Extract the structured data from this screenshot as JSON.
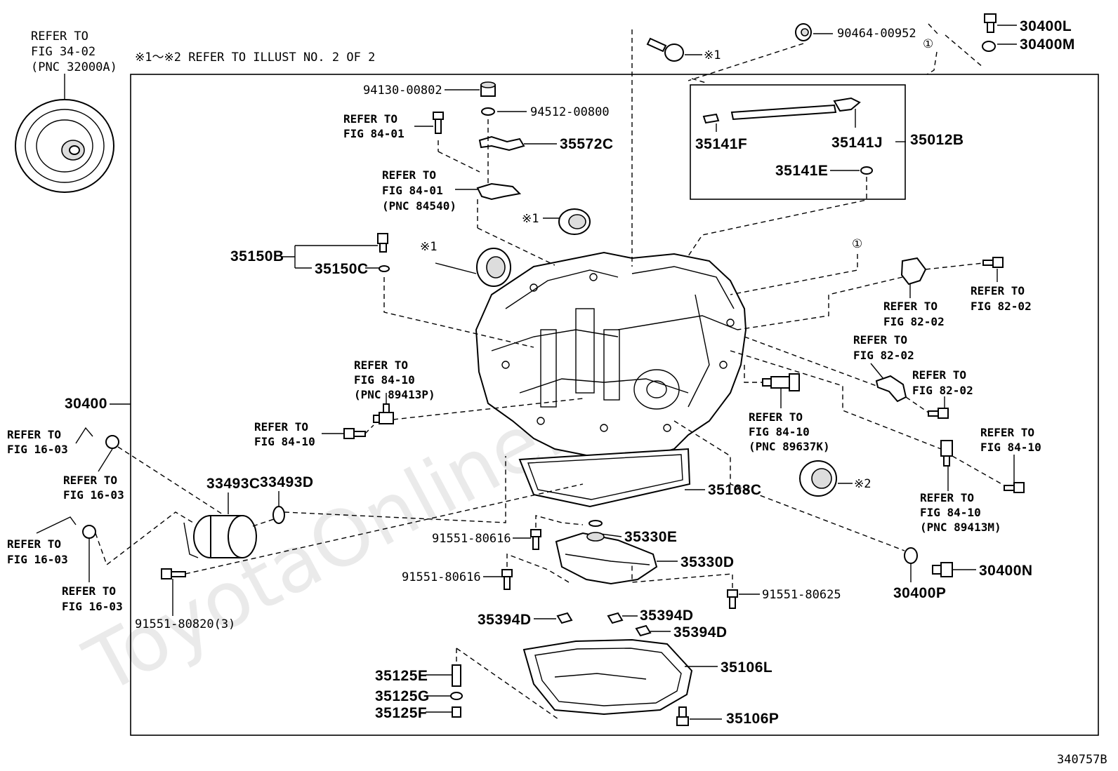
{
  "diagram_id": "340757B",
  "note": "※1～※2 REFER TO ILLUST NO. 2 OF 2",
  "watermark": "ToyotaOnline.ru",
  "callouts": {
    "refer_fig34": [
      "REFER TO",
      "FIG 34-02",
      "(PNC 32000A)"
    ],
    "refer_8401_a": [
      "REFER TO",
      "FIG 84-01"
    ],
    "refer_8401_b": [
      "REFER TO",
      "FIG 84-01",
      "(PNC 84540)"
    ],
    "refer_8410_a": [
      "REFER TO",
      "FIG 84-10",
      "(PNC 89413P)"
    ],
    "refer_8410_b": [
      "REFER TO",
      "FIG 84-10"
    ],
    "refer_8410_c": [
      "REFER TO",
      "FIG 84-10",
      "(PNC 89637K)"
    ],
    "refer_8410_d": [
      "REFER TO",
      "FIG 84-10"
    ],
    "refer_8410_e": [
      "REFER TO",
      "FIG 84-10",
      "(PNC 89413M)"
    ],
    "refer_8202_a": [
      "REFER TO",
      "FIG 82-02"
    ],
    "refer_8202_b": [
      "REFER TO",
      "FIG 82-02"
    ],
    "refer_8202_c": [
      "REFER TO",
      "FIG 82-02"
    ],
    "refer_8202_d": [
      "REFER TO",
      "FIG 82-02"
    ],
    "refer_1603_a": [
      "REFER TO",
      "FIG 16-03"
    ],
    "refer_1603_b": [
      "REFER TO",
      "FIG 16-03"
    ],
    "refer_1603_c": [
      "REFER TO",
      "FIG 16-03"
    ],
    "refer_1603_d": [
      "REFER TO",
      "FIG 16-03"
    ]
  },
  "parts": {
    "p30400": "30400",
    "p30400L": "30400L",
    "p30400M": "30400M",
    "p30400N": "30400N",
    "p30400P": "30400P",
    "p90464": "90464-00952",
    "p94130": "94130-00802",
    "p94512": "94512-00800",
    "p35572C": "35572C",
    "p35012B": "35012B",
    "p35141F": "35141F",
    "p35141J": "35141J",
    "p35141E": "35141E",
    "p35150B": "35150B",
    "p35150C": "35150C",
    "p33493C": "33493C",
    "p33493D": "33493D",
    "p35168C": "35168C",
    "p35330E": "35330E",
    "p35330D": "35330D",
    "p91551_80616a": "91551-80616",
    "p91551_80616b": "91551-80616",
    "p91551_80625": "91551-80625",
    "p91551_80820": "91551-80820(3)",
    "p35394D_a": "35394D",
    "p35394D_b": "35394D",
    "p35394D_c": "35394D",
    "p35106L": "35106L",
    "p35106P": "35106P",
    "p35125E": "35125E",
    "p35125G": "35125G",
    "p35125F": "35125F"
  },
  "marks": {
    "m1a": "※1",
    "m1b": "※1",
    "m1c": "※1",
    "m2": "※2",
    "c1a": "①",
    "c1b": "①"
  }
}
